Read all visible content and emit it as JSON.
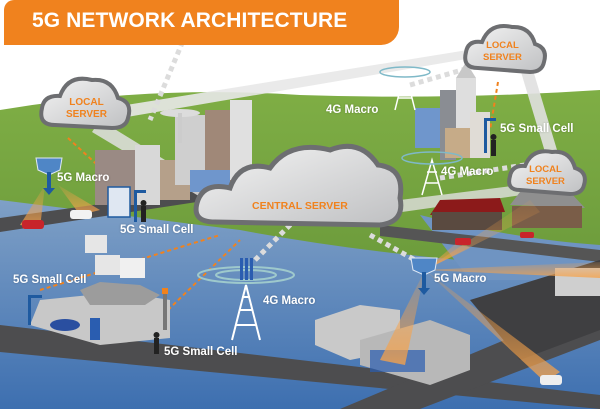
{
  "title": "5G NETWORK ARCHITECTURE",
  "colors": {
    "accent_orange": "#f0821e",
    "cloud_outline": "#6d6e71",
    "cloud_fill": "#e6e7e8",
    "grass": "#6c9a3a",
    "water": "#4a78b8",
    "road": "#4d4d4f",
    "antenna_blue": "#1e5aa0"
  },
  "servers": {
    "central": {
      "label": "CENTRAL SERVER"
    },
    "local_left": {
      "label_line1": "LOCAL",
      "label_line2": "SERVER"
    },
    "local_top_right": {
      "label_line1": "LOCAL",
      "label_line2": "SERVER"
    },
    "local_mid_right": {
      "label_line1": "LOCAL",
      "label_line2": "SERVER"
    }
  },
  "labels": {
    "macro_5g_left": "5G Macro",
    "small_cell_city_left": "5G Small Cell",
    "macro_4g_top": "4G Macro",
    "small_cell_city_right": "5G Small Cell",
    "macro_4g_right": "4G Macro",
    "small_cell_town_left": "5G Small Cell",
    "macro_4g_center": "4G Macro",
    "small_cell_town_bottom": "5G Small Cell",
    "macro_5g_right": "5G Macro"
  }
}
